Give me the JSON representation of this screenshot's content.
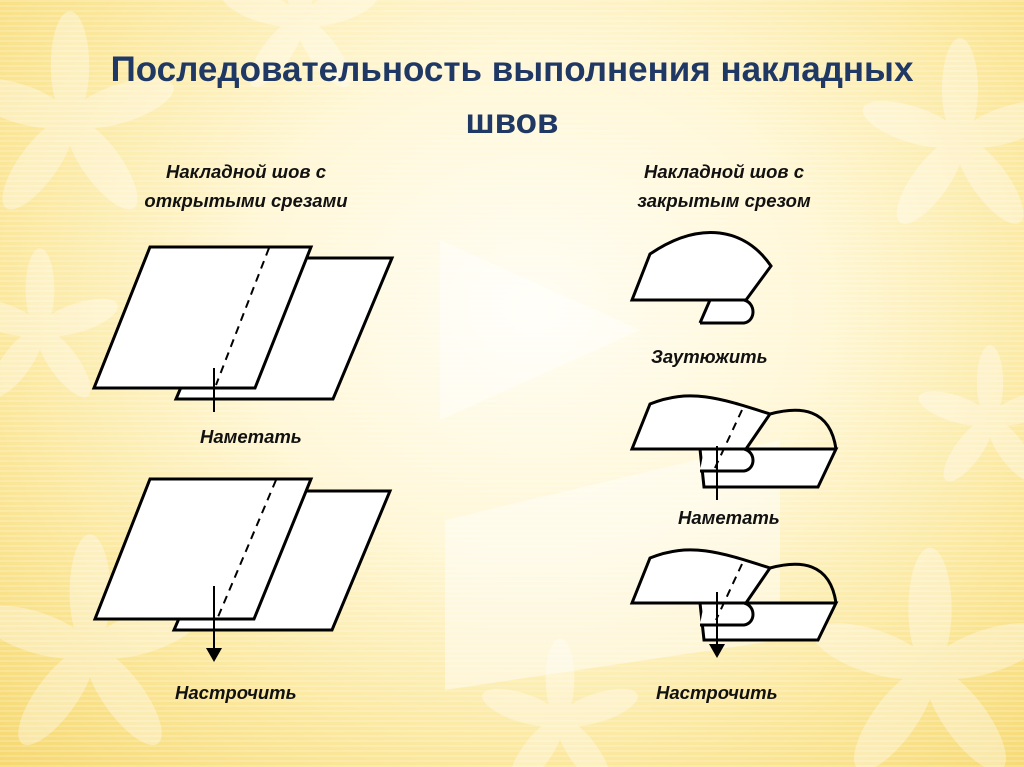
{
  "title": {
    "line1": "Последовательность выполнения накладных",
    "line2": "швов"
  },
  "left_column": {
    "heading_line1": "Накладной шов с",
    "heading_line2": "открытыми срезами",
    "step1_label": "Наметать",
    "step2_label": "Настрочить"
  },
  "right_column": {
    "heading_line1": "Накладной шов с",
    "heading_line2": "закрытым срезом",
    "step1_label": "Заутюжить",
    "step2_label": "Наметать",
    "step3_label": "Настрочить"
  }
}
